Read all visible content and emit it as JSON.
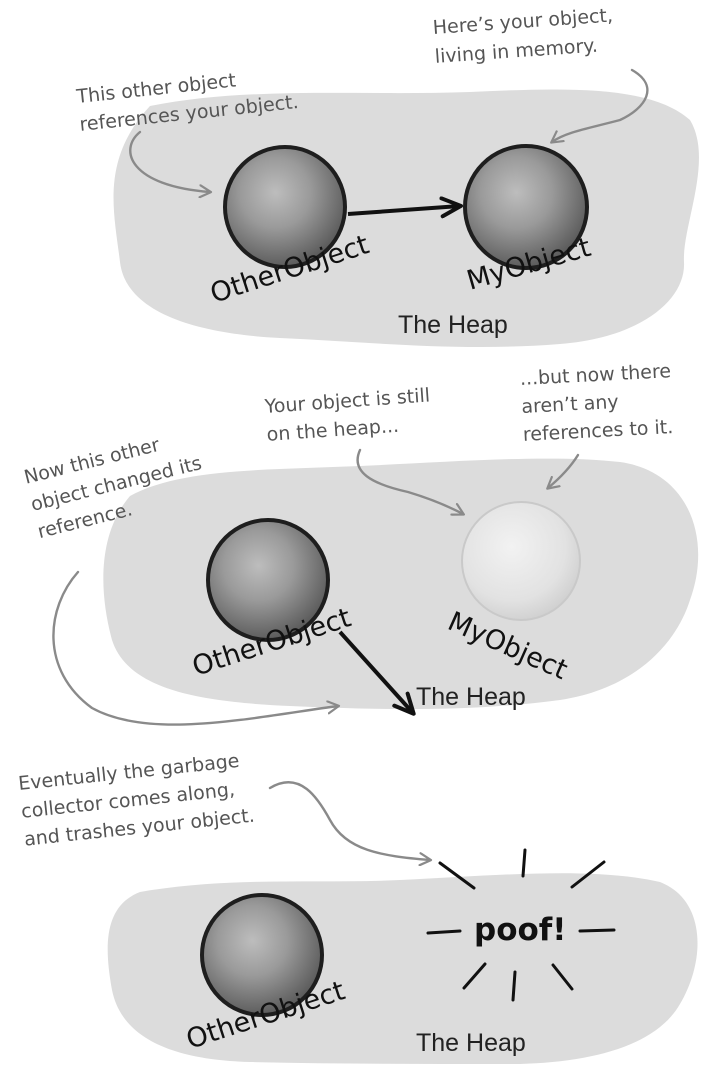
{
  "panel1": {
    "note_other": [
      "This other object",
      "references your object."
    ],
    "note_mine": [
      "Here’s your object,",
      "living in memory."
    ],
    "obj_other": "OtherObject",
    "obj_mine": "MyObject",
    "heap": "The Heap"
  },
  "panel2": {
    "note_still": [
      "Your object is still",
      "on the heap..."
    ],
    "note_noref": [
      "...but now there",
      "aren’t any",
      "references to it."
    ],
    "note_changed": [
      "Now this other",
      "object changed its",
      "reference."
    ],
    "obj_other": "OtherObject",
    "obj_mine": "MyObject",
    "heap": "The Heap"
  },
  "panel3": {
    "note_gc": [
      "Eventually the garbage",
      "collector comes along,",
      "and trashes your object."
    ],
    "poof": "poof!",
    "obj_other": "OtherObject",
    "heap": "The Heap"
  },
  "colors": {
    "heap_fill": "#dcdcdc",
    "sphere_dark": "#6f6f6f",
    "sphere_ghost": "#e3e3e3",
    "annotation_arrow": "#8a8a8a",
    "reference_arrow": "#111111"
  }
}
